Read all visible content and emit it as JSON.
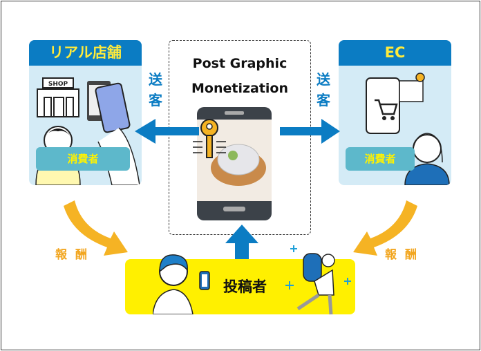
{
  "left_panel": {
    "title": "リアル店舗",
    "shop_sign": "SHOP",
    "consumer_label": "消費者"
  },
  "right_panel": {
    "title": "EC",
    "consumer_label": "消費者"
  },
  "center": {
    "title_line1": "Post Graphic",
    "title_line2": "Monetization"
  },
  "send_left": "送客",
  "send_right": "送客",
  "reward_left": "報酬",
  "reward_right": "報酬",
  "poster_label": "投稿者",
  "colors": {
    "blue": "#0b7cc3",
    "light_blue": "#d4ebf6",
    "yellow": "#fff000",
    "orange": "#f5b324",
    "teal": "#5db8cb"
  }
}
